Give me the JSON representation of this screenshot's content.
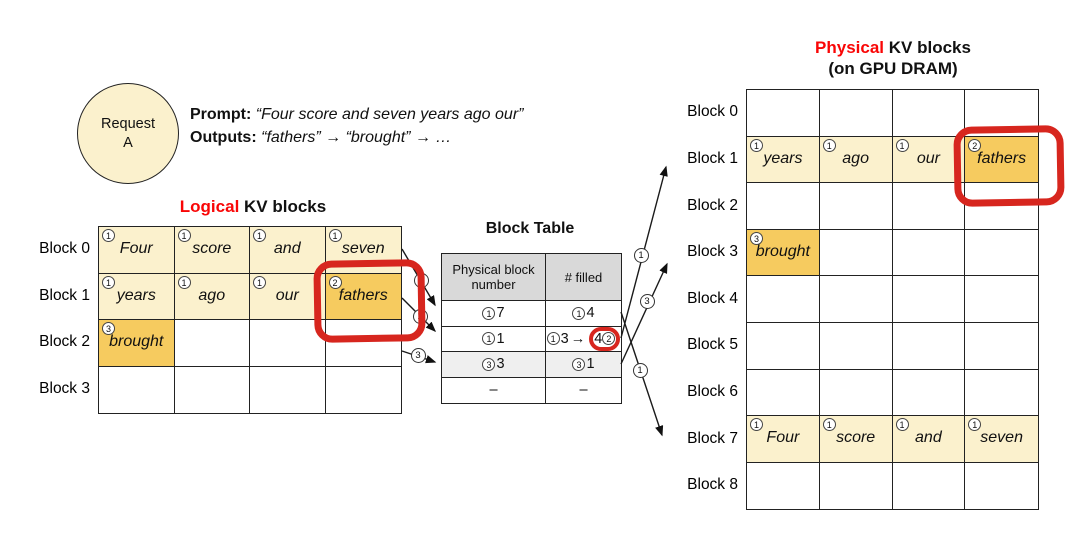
{
  "request": {
    "line1": "Request",
    "line2": "A"
  },
  "prompt": {
    "label": "Prompt:",
    "value": "“Four score and seven years ago our”"
  },
  "outputs": {
    "label": "Outputs:",
    "value": "“fathers” → “brought” → …"
  },
  "logical": {
    "title_red": "Logical",
    "title_rest": " KV blocks",
    "rows": [
      {
        "label": "Block 0",
        "cells": [
          {
            "sup": "1",
            "word": "Four",
            "bg": "light"
          },
          {
            "sup": "1",
            "word": "score",
            "bg": "light"
          },
          {
            "sup": "1",
            "word": "and",
            "bg": "light"
          },
          {
            "sup": "1",
            "word": "seven",
            "bg": "light"
          }
        ]
      },
      {
        "label": "Block 1",
        "cells": [
          {
            "sup": "1",
            "word": "years",
            "bg": "light"
          },
          {
            "sup": "1",
            "word": "ago",
            "bg": "light"
          },
          {
            "sup": "1",
            "word": "our",
            "bg": "light"
          },
          {
            "sup": "2",
            "word": "fathers",
            "bg": "highlight"
          }
        ]
      },
      {
        "label": "Block 2",
        "cells": [
          {
            "sup": "3",
            "word": "brought",
            "bg": "highlight"
          },
          null,
          null,
          null
        ]
      },
      {
        "label": "Block 3",
        "cells": [
          null,
          null,
          null,
          null
        ]
      }
    ]
  },
  "block_table": {
    "title": "Block Table",
    "headers": [
      "Physical block number",
      "# filled"
    ],
    "rows": [
      {
        "phys_sup": "1",
        "phys": "7",
        "filled_sup": "1",
        "filled": "4",
        "shaded": false
      },
      {
        "phys_sup": "1",
        "phys": "1",
        "filled_sup": "1",
        "filled_old": "3",
        "arrow": "→",
        "filled_new": "4",
        "filled_new_sup": "2",
        "ringed": true,
        "shaded": false
      },
      {
        "phys_sup": "3",
        "phys": "3",
        "filled_sup": "3",
        "filled": "1",
        "shaded": true
      },
      {
        "phys": "–",
        "filled": "–",
        "shaded": false
      }
    ]
  },
  "physical": {
    "title_red": "Physical",
    "title_rest": " KV blocks",
    "subtitle": "(on GPU DRAM)",
    "rows": [
      {
        "label": "Block 0",
        "cells": [
          null,
          null,
          null,
          null
        ]
      },
      {
        "label": "Block 1",
        "cells": [
          {
            "sup": "1",
            "word": "years",
            "bg": "light"
          },
          {
            "sup": "1",
            "word": "ago",
            "bg": "light"
          },
          {
            "sup": "1",
            "word": "our",
            "bg": "light"
          },
          {
            "sup": "2",
            "word": "fathers",
            "bg": "highlight"
          }
        ]
      },
      {
        "label": "Block 2",
        "cells": [
          null,
          null,
          null,
          null
        ]
      },
      {
        "label": "Block 3",
        "cells": [
          {
            "sup": "3",
            "word": "brought",
            "bg": "highlight"
          },
          null,
          null,
          null
        ]
      },
      {
        "label": "Block 4",
        "cells": [
          null,
          null,
          null,
          null
        ]
      },
      {
        "label": "Block 5",
        "cells": [
          null,
          null,
          null,
          null
        ]
      },
      {
        "label": "Block 6",
        "cells": [
          null,
          null,
          null,
          null
        ]
      },
      {
        "label": "Block 7",
        "cells": [
          {
            "sup": "1",
            "word": "Four",
            "bg": "light"
          },
          {
            "sup": "1",
            "word": "score",
            "bg": "light"
          },
          {
            "sup": "1",
            "word": "and",
            "bg": "light"
          },
          {
            "sup": "1",
            "word": "seven",
            "bg": "light"
          }
        ]
      },
      {
        "label": "Block 8",
        "cells": [
          null,
          null,
          null,
          null
        ]
      }
    ]
  },
  "arrows": {
    "left": [
      "1",
      "1",
      "3"
    ],
    "right": [
      "1",
      "3",
      "1"
    ]
  },
  "colors": {
    "light_cell": "#FBF1CD",
    "highlight_cell": "#F6CB5F",
    "red_annotation": "#D7261E",
    "title_red": "#F90606",
    "header_gray": "#D9D9D9",
    "shaded_row": "#EFEFEF"
  }
}
